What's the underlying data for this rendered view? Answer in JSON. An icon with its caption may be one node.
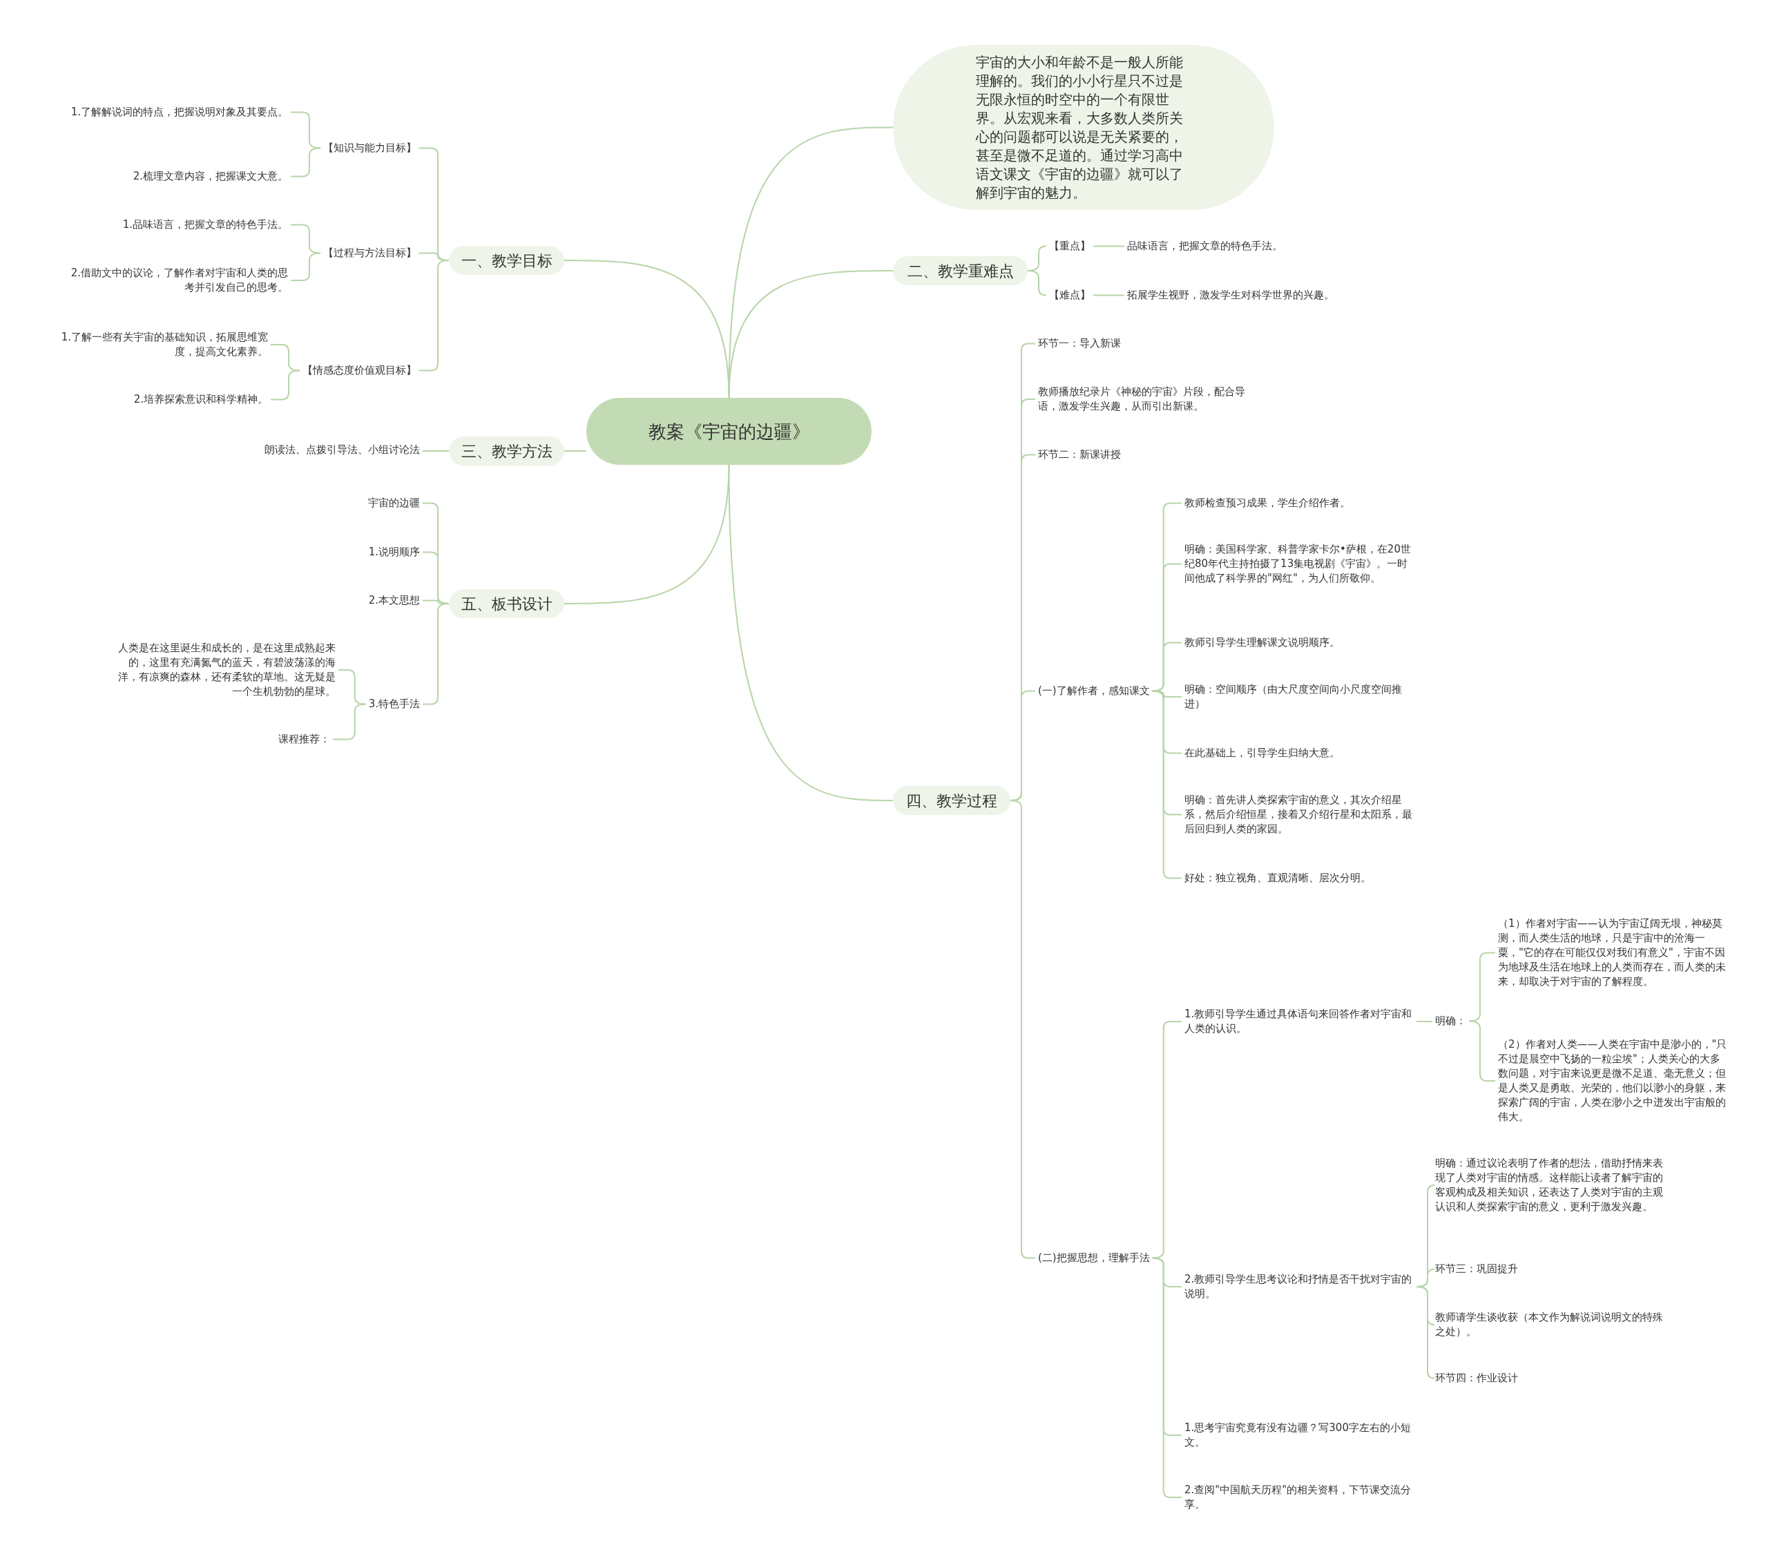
{
  "diagram": {
    "nodes": [
      {
        "text": [
          "教案《宇宙的边疆》"
        ]
      },
      {
        "text": [
          "一、教学目标"
        ]
      },
      {
        "text": [
          "【知识与能力目标】"
        ]
      },
      {
        "text": [
          "1.了解解说词的特点，把握说明对象及其要点。"
        ]
      },
      {
        "text": [
          "2.梳理文章内容，把握课文大意。"
        ]
      },
      {
        "text": [
          "【过程与方法目标】"
        ]
      },
      {
        "text": [
          "1.品味语言，把握文章的特色手法。"
        ]
      },
      {
        "text": [
          "2.借助文中的议论，了解作者对宇宙和人类的思考并引发自己的思考。"
        ]
      },
      {
        "text": [
          "【情感态度价值观目标】"
        ]
      },
      {
        "text": [
          "1.了解一些有关宇宙的基础知识，拓展思维宽度，提高文化素养。"
        ]
      },
      {
        "text": [
          "2.培养探索意识和科学精神。"
        ]
      },
      {
        "text": [
          "三、教学方法"
        ]
      },
      {
        "text": [
          "朗读法、点拨引导法、小组讨论法"
        ]
      },
      {
        "text": [
          "五、板书设计"
        ]
      },
      {
        "text": [
          "宇宙的边疆"
        ]
      },
      {
        "text": [
          "1.说明顺序"
        ]
      },
      {
        "text": [
          "2.本文思想"
        ]
      },
      {
        "text": [
          "3.特色手法"
        ]
      },
      {
        "text": [
          "人类是在这里诞生和成长的，是在这里成熟起来的，这里有充满氮气的蓝天，有碧波荡漾的海洋，有凉爽的森林，还有柔软的草地。这无疑是一个生机勃勃的星球。"
        ]
      },
      {
        "text": [
          "课程推荐："
        ]
      },
      {
        "text": [
          "宇宙的大小和年龄不是一般人所能理解的。我们的小小行星只不过是无限永恒的时空中的一个有限世界。从宏观来看，大多数人类所关心的问题都可以说是无关紧要的，甚至是微不足道的。通过学习高中语文课文《宇宙的边疆》就可以了解到宇宙的魅力。"
        ]
      },
      {
        "text": [
          "二、教学重难点"
        ]
      },
      {
        "text": [
          "【重点】"
        ]
      },
      {
        "text": [
          "品味语言，把握文章的特色手法。"
        ]
      },
      {
        "text": [
          "【难点】"
        ]
      },
      {
        "text": [
          "拓展学生视野，激发学生对科学世界的兴趣。"
        ]
      },
      {
        "text": [
          "四、教学过程"
        ]
      },
      {
        "text": [
          "环节一：导入新课"
        ]
      },
      {
        "text": [
          "教师播放纪录片《神秘的宇宙》片段，配合导语，激发学生兴趣，从而引出新课。"
        ]
      },
      {
        "text": [
          "环节二：新课讲授"
        ]
      },
      {
        "text": [
          "(一)了解作者，感知课文"
        ]
      },
      {
        "text": [
          "教师检查预习成果，学生介绍作者。"
        ]
      },
      {
        "text": [
          "明确：美国科学家、科普学家卡尔•萨根，在20世纪80年代主持拍摄了13集电视剧《宇宙》。一时间他成了科学界的\"网红\"，为人们所敬仰。"
        ]
      },
      {
        "text": [
          "教师引导学生理解课文说明顺序。"
        ]
      },
      {
        "text": [
          "明确：空间顺序（由大尺度空间向小尺度空间推进）"
        ]
      },
      {
        "text": [
          "在此基础上，引导学生归纳大意。"
        ]
      },
      {
        "text": [
          "明确：首先讲人类探索宇宙的意义，其次介绍星系，然后介绍恒星，接着又介绍行星和太阳系，最后回归到人类的家园。"
        ]
      },
      {
        "text": [
          "好处：独立视角、直观清晰、层次分明。"
        ]
      },
      {
        "text": [
          "(二)把握思想，理解手法"
        ]
      },
      {
        "text": [
          "1.教师引导学生通过具体语句来回答作者对宇宙和人类的认识。"
        ]
      },
      {
        "text": [
          "明确："
        ]
      },
      {
        "text": [
          "（1）作者对宇宙——认为宇宙辽阔无垠，神秘莫测，而人类生活的地球，只是宇宙中的沧海一粟，\"它的存在可能仅仅对我们有意义\"，宇宙不因为地球及生活在地球上的人类而存在，而人类的未来，却取决于对宇宙的了解程度。"
        ]
      },
      {
        "text": [
          "（2）作者对人类——人类在宇宙中是渺小的，\"只不过是晨空中飞扬的一粒尘埃\"；人类关心的大多数问题，对宇宙来说更是微不足道、毫无意义；但是人类又是勇敢、光荣的，他们以渺小的身躯，来探索广阔的宇宙，人类在渺小之中迸发出宇宙般的伟大。"
        ]
      },
      {
        "text": [
          "2.教师引导学生思考议论和抒情是否干扰对宇宙的说明。"
        ]
      },
      {
        "text": [
          "明确：通过议论表明了作者的想法，借助抒情来表现了人类对宇宙的情感。这样能让读者了解宇宙的客观构成及相关知识，还表达了人类对宇宙的主观认识和人类探索宇宙的意义，更利于激发兴趣。"
        ]
      },
      {
        "text": [
          "环节三：巩固提升"
        ]
      },
      {
        "text": [
          "教师请学生谈收获（本文作为解说词说明文的特殊之处）。"
        ]
      },
      {
        "text": [
          "环节四：作业设计"
        ]
      },
      {
        "text": [
          "1.思考宇宙究竟有没有边疆？写300字左右的小短文。"
        ]
      },
      {
        "text": [
          "2.查阅\"中国航天历程\"的相关资料，下节课交流分享。"
        ]
      }
    ],
    "edges": [
      {
        "from": 0,
        "to": 1,
        "arrow": "none"
      },
      {
        "from": 1,
        "to": 2,
        "arrow": "none"
      },
      {
        "from": 2,
        "to": 3,
        "arrow": "none"
      },
      {
        "from": 2,
        "to": 4,
        "arrow": "none"
      },
      {
        "from": 1,
        "to": 5,
        "arrow": "none"
      },
      {
        "from": 5,
        "to": 6,
        "arrow": "none"
      },
      {
        "from": 5,
        "to": 7,
        "arrow": "none"
      },
      {
        "from": 1,
        "to": 8,
        "arrow": "none"
      },
      {
        "from": 8,
        "to": 9,
        "arrow": "none"
      },
      {
        "from": 8,
        "to": 10,
        "arrow": "none"
      },
      {
        "from": 0,
        "to": 11,
        "arrow": "none"
      },
      {
        "from": 11,
        "to": 12,
        "arrow": "none"
      },
      {
        "from": 0,
        "to": 13,
        "arrow": "none"
      },
      {
        "from": 13,
        "to": 14,
        "arrow": "none"
      },
      {
        "from": 13,
        "to": 15,
        "arrow": "none"
      },
      {
        "from": 13,
        "to": 16,
        "arrow": "none"
      },
      {
        "from": 13,
        "to": 17,
        "arrow": "none"
      },
      {
        "from": 17,
        "to": 18,
        "arrow": "none"
      },
      {
        "from": 17,
        "to": 19,
        "arrow": "none"
      },
      {
        "from": 0,
        "to": 20,
        "arrow": "none"
      },
      {
        "from": 0,
        "to": 21,
        "arrow": "none"
      },
      {
        "from": 21,
        "to": 22,
        "arrow": "none"
      },
      {
        "from": 22,
        "to": 23,
        "arrow": "none"
      },
      {
        "from": 21,
        "to": 24,
        "arrow": "none"
      },
      {
        "from": 24,
        "to": 25,
        "arrow": "none"
      },
      {
        "from": 0,
        "to": 26,
        "arrow": "none"
      },
      {
        "from": 26,
        "to": 27,
        "arrow": "none"
      },
      {
        "from": 26,
        "to": 28,
        "arrow": "none"
      },
      {
        "from": 26,
        "to": 29,
        "arrow": "none"
      },
      {
        "from": 26,
        "to": 30,
        "arrow": "none"
      },
      {
        "from": 30,
        "to": 31,
        "arrow": "none"
      },
      {
        "from": 30,
        "to": 32,
        "arrow": "none"
      },
      {
        "from": 30,
        "to": 33,
        "arrow": "none"
      },
      {
        "from": 30,
        "to": 34,
        "arrow": "none"
      },
      {
        "from": 30,
        "to": 35,
        "arrow": "none"
      },
      {
        "from": 30,
        "to": 36,
        "arrow": "none"
      },
      {
        "from": 30,
        "to": 37,
        "arrow": "none"
      },
      {
        "from": 26,
        "to": 38,
        "arrow": "none"
      },
      {
        "from": 38,
        "to": 39,
        "arrow": "none"
      },
      {
        "from": 39,
        "to": 40,
        "arrow": "none"
      },
      {
        "from": 40,
        "to": 41,
        "arrow": "none"
      },
      {
        "from": 40,
        "to": 42,
        "arrow": "none"
      },
      {
        "from": 38,
        "to": 43,
        "arrow": "none"
      },
      {
        "from": 43,
        "to": 44,
        "arrow": "none"
      },
      {
        "from": 43,
        "to": 45,
        "arrow": "none"
      },
      {
        "from": 43,
        "to": 46,
        "arrow": "none"
      },
      {
        "from": 43,
        "to": 47,
        "arrow": "none"
      },
      {
        "from": 38,
        "to": 48,
        "arrow": "none"
      },
      {
        "from": 38,
        "to": 49,
        "arrow": "none"
      }
    ]
  }
}
